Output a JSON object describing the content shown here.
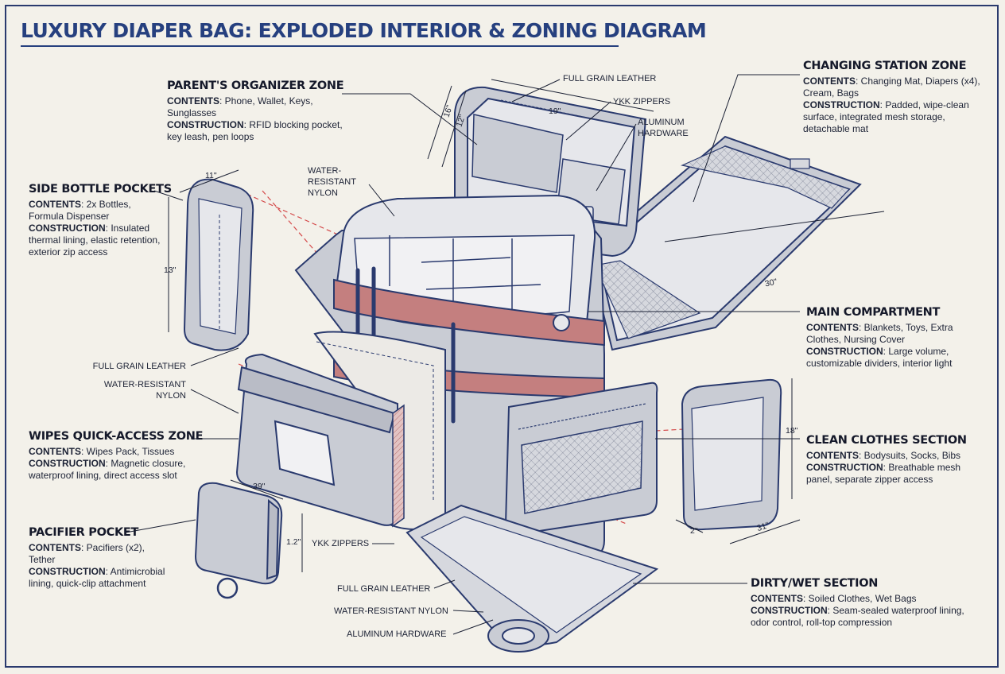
{
  "title": "LUXURY DIAPER BAG: EXPLODED INTERIOR & ZONING DIAGRAM",
  "zones": {
    "parents_organizer": {
      "heading": "PARENT'S ORGANIZER ZONE",
      "contents_label": "CONTENTS",
      "contents": ": Phone, Wallet, Keys, Sunglasses",
      "construction_label": "CONSTRUCTION",
      "construction": ": RFID blocking pocket, key leash, pen loops"
    },
    "side_bottle": {
      "heading": "SIDE BOTTLE POCKETS",
      "contents_label": "CONTENTS",
      "contents": ": 2x Bottles, Formula Dispenser",
      "construction_label": "CONSTRUCTION",
      "construction": ": Insulated thermal lining, elastic retention, exterior zip access"
    },
    "wipes": {
      "heading": "WIPES QUICK-ACCESS ZONE",
      "contents_label": "CONTENTS",
      "contents": ": Wipes Pack, Tissues",
      "construction_label": "CONSTRUCTION",
      "construction": ": Magnetic closure, waterproof lining, direct access slot"
    },
    "pacifier": {
      "heading": "PACIFIER POCKET",
      "contents_label": "CONTENTS",
      "contents": ": Pacifiers (x2), Tether",
      "construction_label": "CONSTRUCTION",
      "construction": ": Antimicrobial lining, quick-clip attachment"
    },
    "changing": {
      "heading": "CHANGING STATION ZONE",
      "contents_label": "CONTENTS",
      "contents": ": Changing Mat, Diapers (x4), Cream, Bags",
      "construction_label": "CONSTRUCTION",
      "construction": ": Padded, wipe-clean surface, integrated mesh storage, detachable mat"
    },
    "main": {
      "heading": "MAIN COMPARTMENT",
      "contents_label": "CONTENTS",
      "contents": ": Blankets, Toys, Extra Clothes, Nursing Cover",
      "construction_label": "CONSTRUCTION",
      "construction": ": Large volume, customizable dividers, interior light"
    },
    "clean_clothes": {
      "heading": "CLEAN CLOTHES SECTION",
      "contents_label": "CONTENTS",
      "contents": ": Bodysuits, Socks, Bibs",
      "construction_label": "CONSTRUCTION",
      "construction": ": Breathable mesh panel, separate zipper access"
    },
    "dirty_wet": {
      "heading": "DIRTY/WET SECTION",
      "contents_label": "CONTENTS",
      "contents": ": Soiled Clothes, Wet Bags",
      "construction_label": "CONSTRUCTION",
      "construction": ": Seam-sealed waterproof lining, odor control, roll-top compression"
    }
  },
  "materials": {
    "full_grain_leather": "FULL GRAIN LEATHER",
    "ykk_zippers": "YKK ZIPPERS",
    "aluminum_hardware": "ALUMINUM HARDWARE",
    "water_resistant_nylon": "WATER-RESISTANT NYLON"
  },
  "dimensions": {
    "lid_depth": "16\"",
    "lid_height": "12\"",
    "lid_width": "19\"",
    "bottle_width": "11\"",
    "bottle_height": "13\"",
    "mat_length": "30\"",
    "clean_height": "18\"",
    "clean_depth": "2\"",
    "clean_width": "31\"",
    "pacifier_width": "39\"",
    "pacifier_height": "1.2\""
  },
  "colors": {
    "title": "#26407f",
    "outline": "#2a3a6e",
    "fabric": "#c9ccd4",
    "lining": "#e6e7eb",
    "leather_stripe": "#c47f7f",
    "cut_line": "#d44a4a"
  }
}
